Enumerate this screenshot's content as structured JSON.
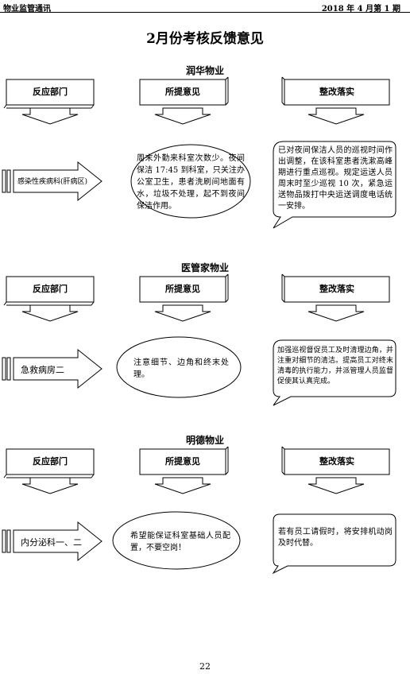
{
  "header": {
    "publication": "物业监管通讯",
    "issue": "2018 年 4 月第 1 期"
  },
  "title": "2月份考核反馈意见",
  "column_headers": {
    "dept": "反应部门",
    "opinion": "所提意见",
    "action": "整改落实"
  },
  "sections": [
    {
      "company": "润华物业",
      "dept": "感染性疾病科(肝病区)",
      "opinion": "周末外勤来科室次数少。夜间保洁 17:45 到科室，只关注办公室卫生，患者洗刷间地面有水，垃圾不处理，起不到夜间保洁作用。",
      "action": "已对夜间保洁人员的巡视时间作出调整，在该科室患者洗漱高峰期进行重点巡视。规定运送人员周末时至少巡视 10 次，紧急运送物品拨打中央运送调度电话统一安排。"
    },
    {
      "company": "医管家物业",
      "dept": "急救病房二",
      "opinion": "注意细节、边角和终末处理。",
      "action": "加强巡视督促员工及时清理边角，并注重对细节的清洁。提高员工对终末清毒的执行能力，并派管理人员监督促使其认真完成。"
    },
    {
      "company": "明德物业",
      "dept": "内分泌科一、二",
      "opinion": "希望能保证科室基础人员配置，不要空岗！",
      "action": "若有员工请假时，将安排机动岗及时代替。"
    }
  ],
  "page_number": "22"
}
